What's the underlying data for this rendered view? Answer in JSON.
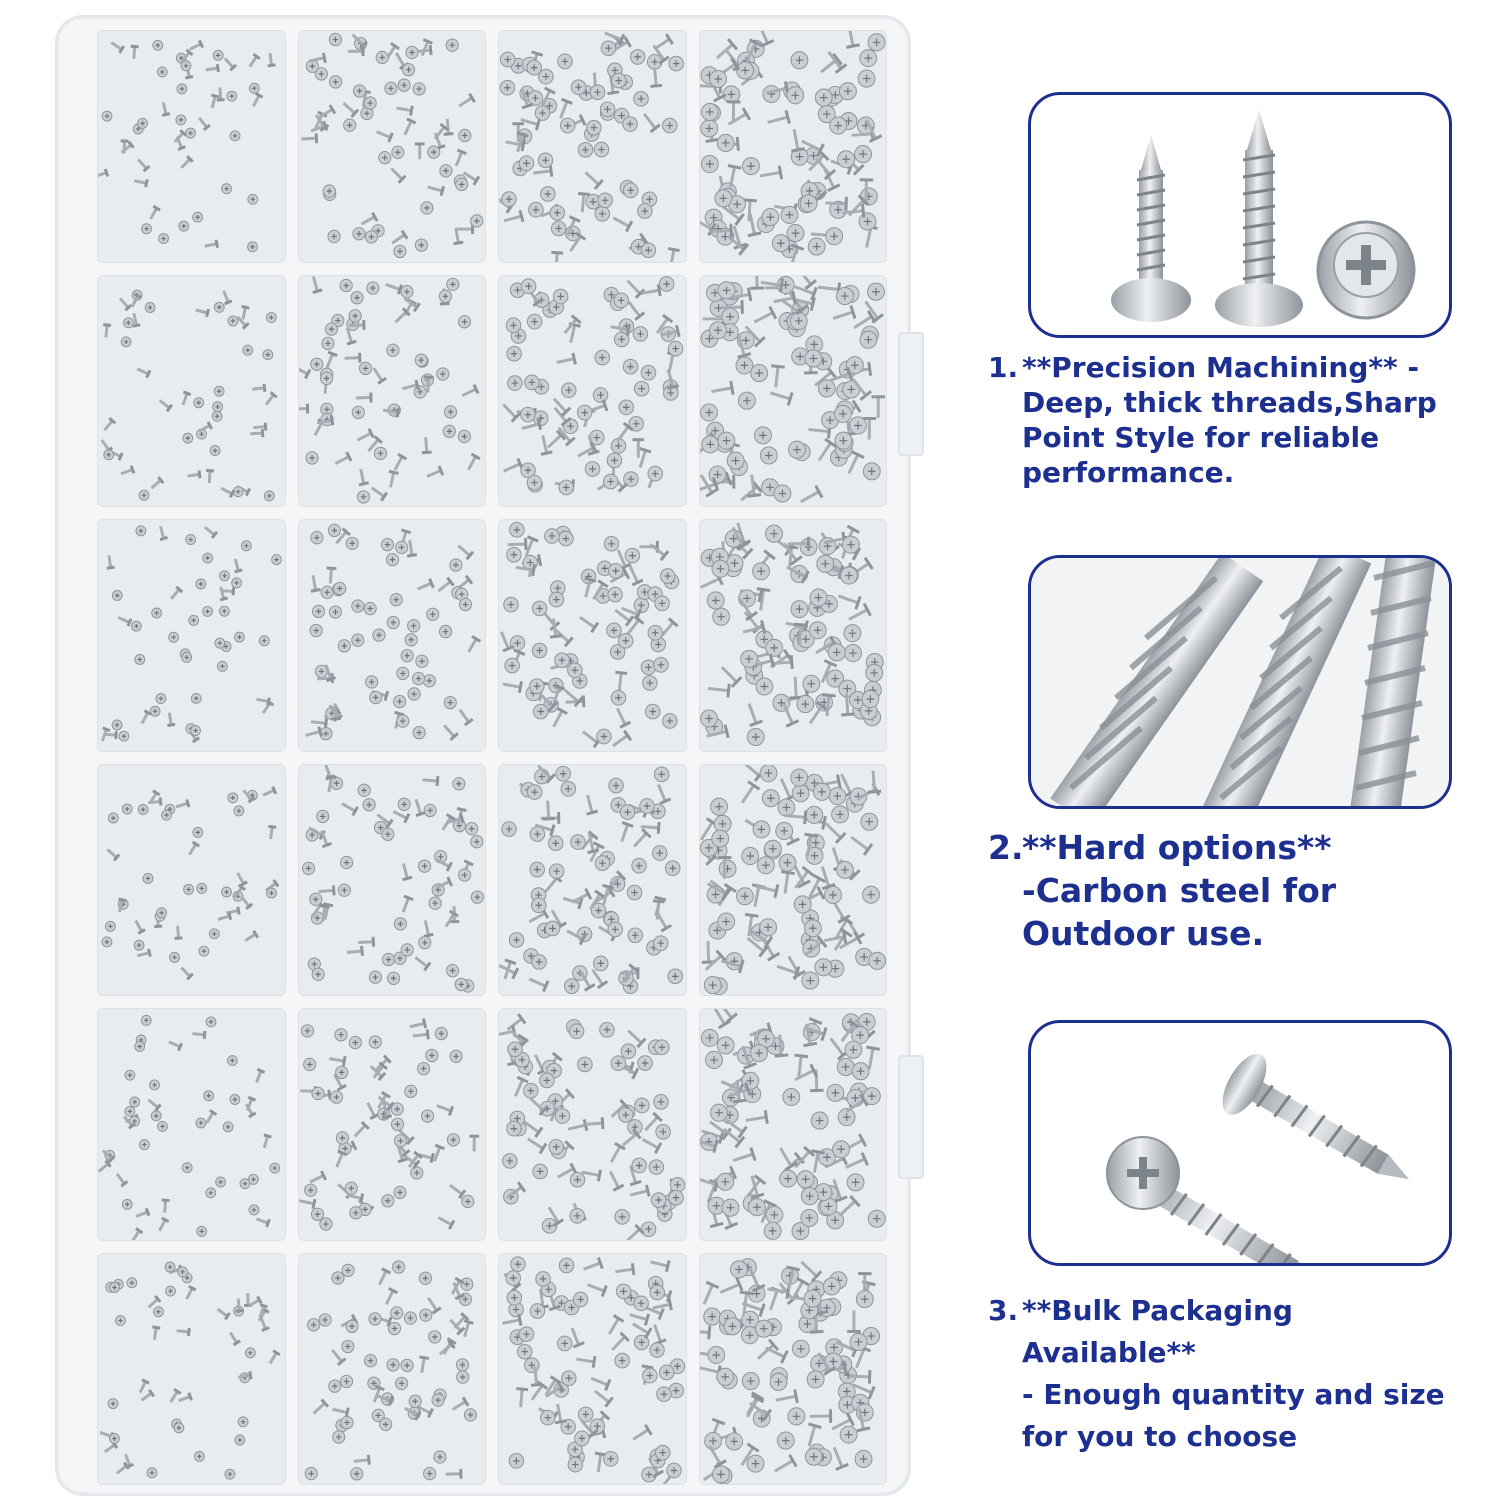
{
  "features": [
    {
      "num": "1.",
      "title": "**Precision Machining**",
      "desc": " - Deep, thick threads,Sharp Point Style for reliable performance."
    },
    {
      "num": "2.",
      "title": "**Hard options**",
      "desc": " -Carbon steel for Outdoor use."
    },
    {
      "num": "3.",
      "title": "**Bulk Packaging Available**",
      "desc": " - Enough quantity and size for you to choose"
    }
  ],
  "colors": {
    "accent": "#1d2f8f",
    "metal": "#c9ced3",
    "box": "#f4f6f8"
  },
  "organizer": {
    "columns": 4,
    "rows": 6
  }
}
